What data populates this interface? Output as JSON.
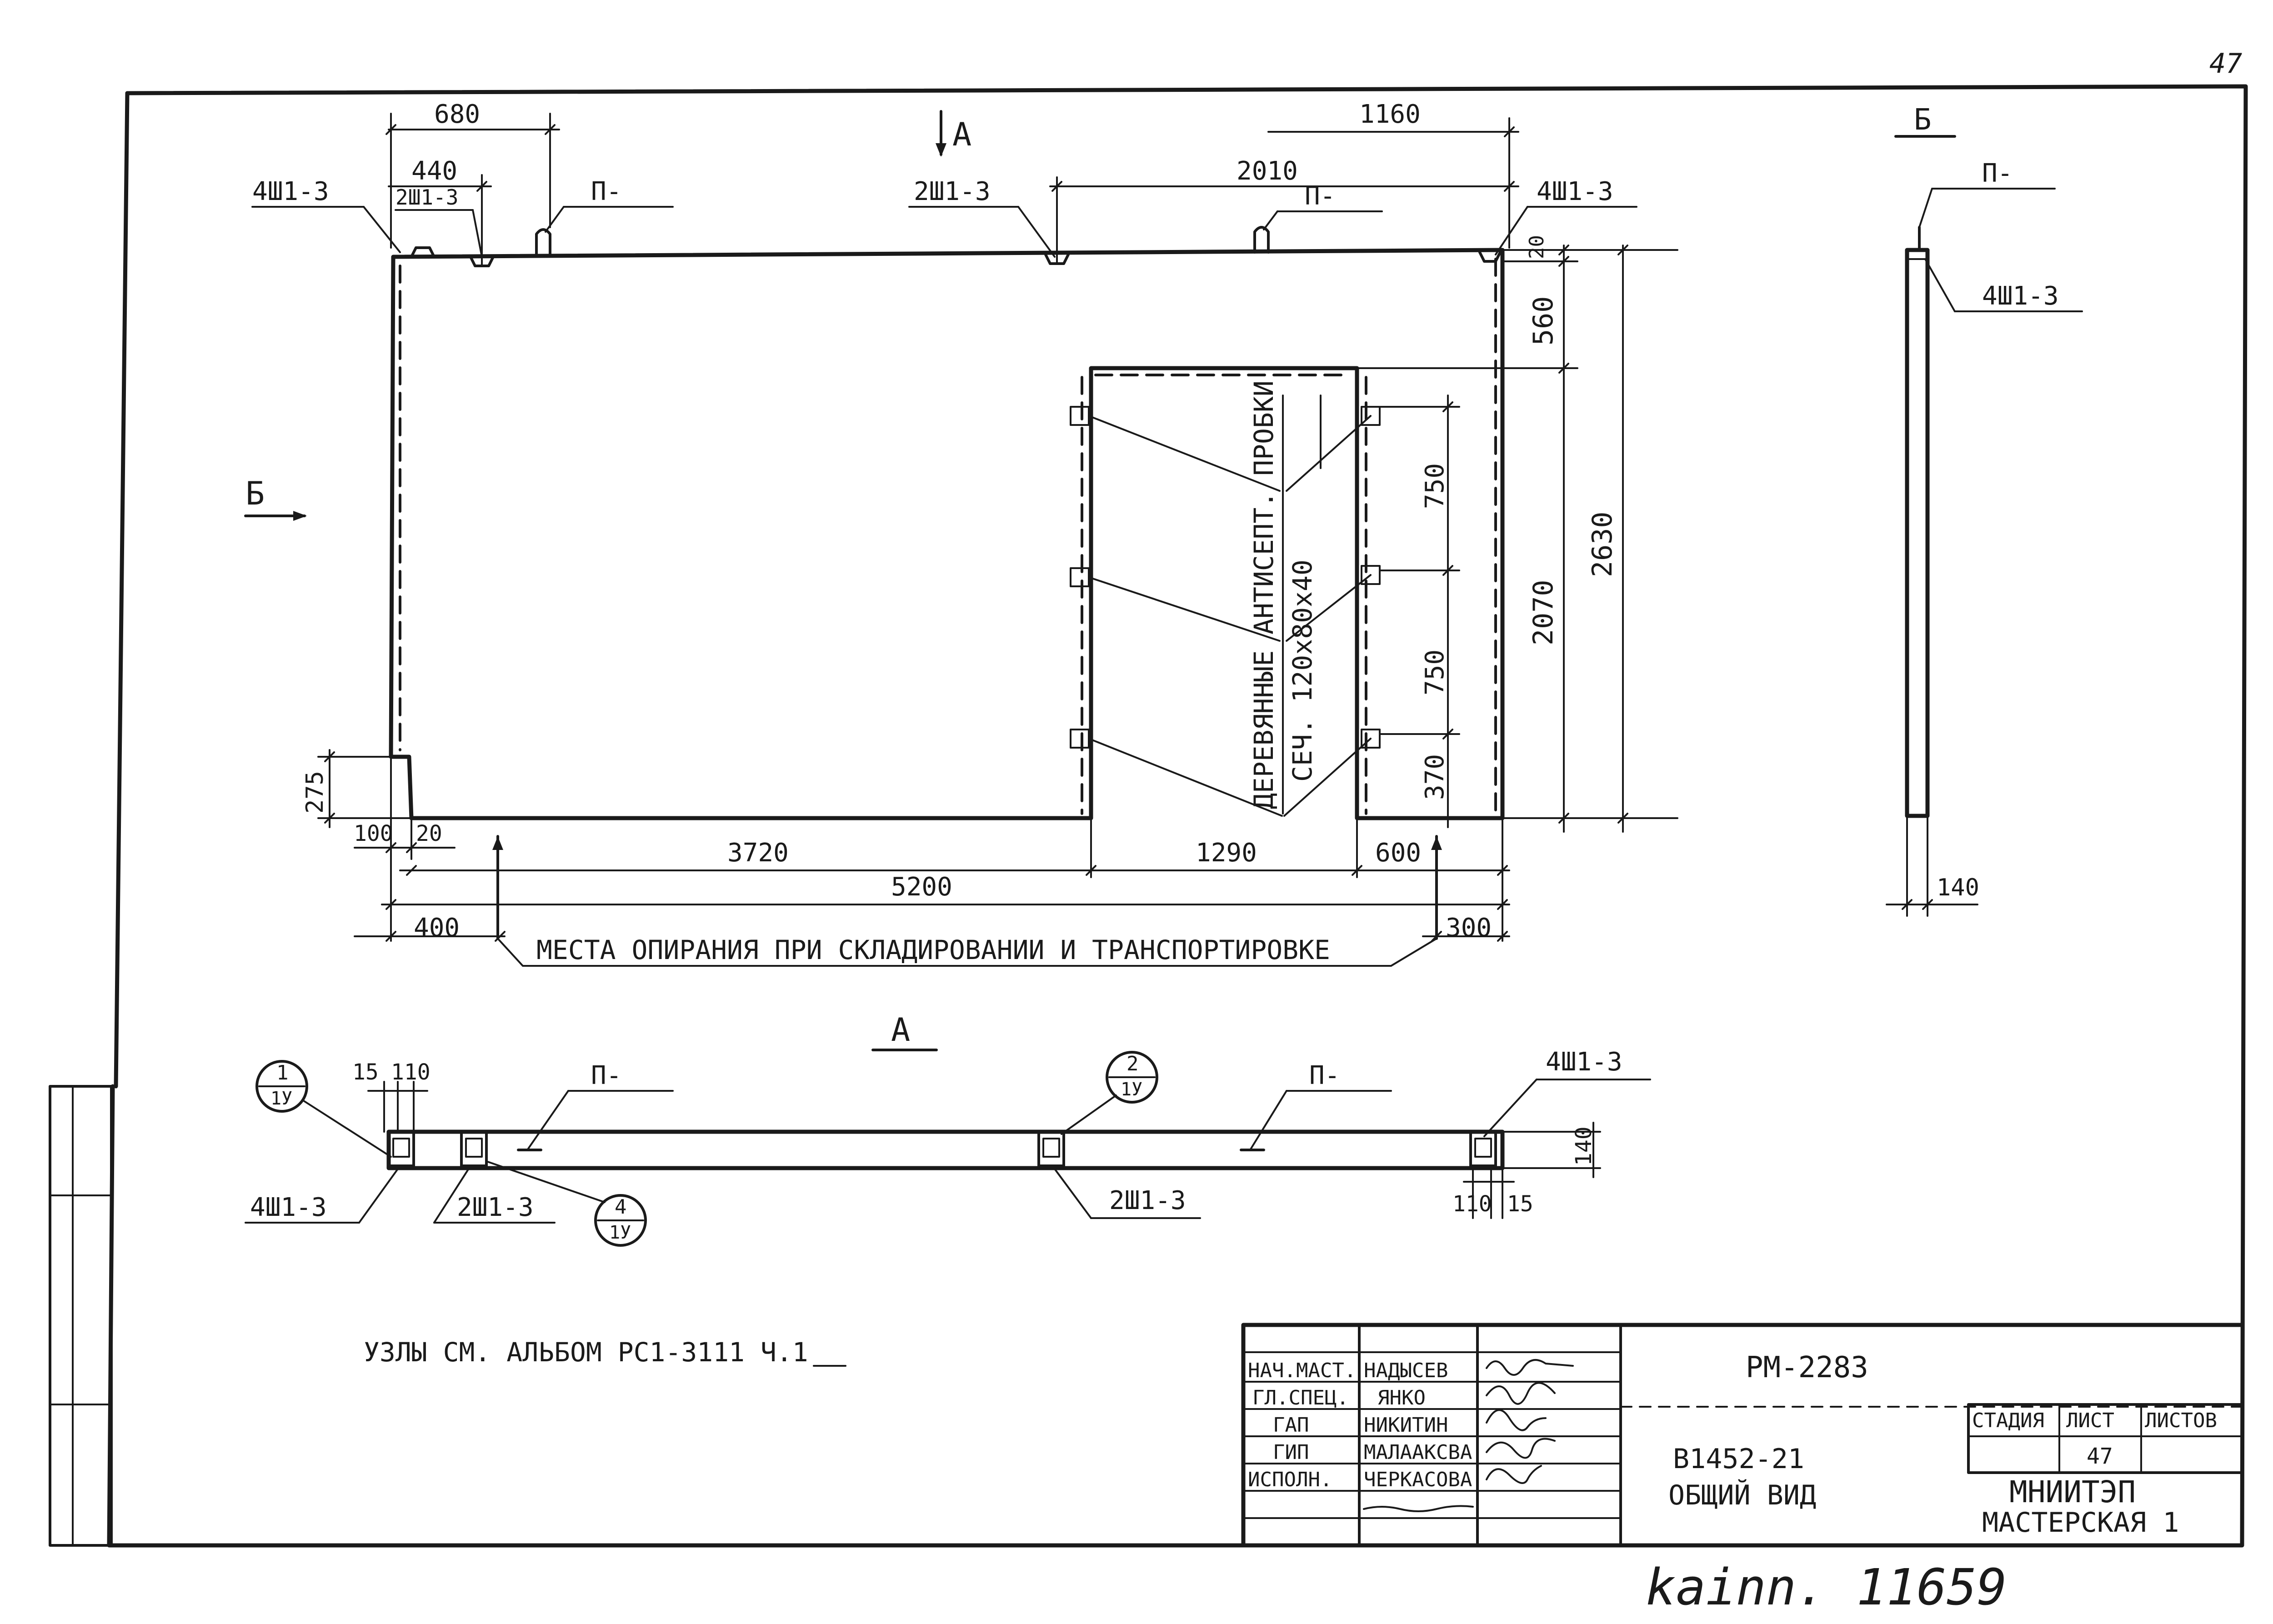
{
  "page_number": "47",
  "elevation": {
    "dims_top": {
      "d680": "680",
      "d440": "440",
      "d1160": "1160",
      "d2010": "2010"
    },
    "section_a_mark": "А",
    "section_b_mark": "Б",
    "labels": {
      "l4sh_left": "4Ш1-3",
      "l2sh_left": "2Ш1-3",
      "lp_left": "П-",
      "l2sh_mid": "2Ш1-3",
      "lp_mid": "П-",
      "l4sh_right": "4Ш1-3"
    },
    "dims_right": {
      "d20": "20",
      "d560": "560",
      "d2630": "2630",
      "d2070": "2070"
    },
    "dims_opening": {
      "d750a": "750",
      "d750b": "750",
      "d370": "370"
    },
    "wood_note": "ДЕРЕВЯННЫЕ АНТИСЕПТ. ПРОБКИ",
    "wood_section": "СЕЧ. 120х80х40",
    "dims_bottom": {
      "d275": "275",
      "d100": "100",
      "d20": "20",
      "d3720": "3720",
      "d1290": "1290",
      "d600": "600",
      "d5200": "5200",
      "d400": "400",
      "d300": "300"
    },
    "support_note": "МЕСТА ОПИРАНИЯ ПРИ СКЛАДИРОВАНИИ И ТРАНСПОРТИРОВКЕ"
  },
  "section_b": {
    "title": "Б",
    "label_p": "П-",
    "label_4sh": "4Ш1-3",
    "dim_140": "140"
  },
  "plan_a": {
    "title": "А",
    "dims": {
      "d15": "15",
      "d110": "110",
      "d140": "140",
      "d110r": "110",
      "d15r": "15"
    },
    "callouts": [
      {
        "num": "1",
        "sheet": "1У"
      },
      {
        "num": "2",
        "sheet": "1У"
      },
      {
        "num": "4",
        "sheet": "1У"
      }
    ],
    "labels": {
      "lp1": "П-",
      "lp2": "П-",
      "l4sh_tr": "4Ш1-3",
      "l4sh_bl": "4Ш1-3",
      "l2sh_b1": "2Ш1-3",
      "l2sh_b2": "2Ш1-3"
    }
  },
  "nodes_note": "УЗЛЫ СМ. АЛЬБОМ РС1-3111 Ч.1",
  "title_block": {
    "roles": [
      "НАЧ.МАСТ.",
      "ГЛ.СПЕЦ.",
      "ГАП",
      "ГИП",
      "ИСПОЛН."
    ],
    "names": [
      "НАДЫСЕВ",
      "ЯНКО",
      "НИКИТИН",
      "МАЛААКСВА",
      "ЧЕРКАСОВА"
    ],
    "project_code": "РМ-2283",
    "drawing_code": "В1452-21",
    "drawing_title": "ОБЩИЙ ВИД",
    "stage_label": "СТАДИЯ",
    "sheet_label": "ЛИСТ",
    "sheets_label": "ЛИСТОВ",
    "sheet_value": "47",
    "org": "МНИИТЭП",
    "dept": "МАСТЕРСКАЯ 1"
  },
  "archive_stamp": "kainn. 11659"
}
